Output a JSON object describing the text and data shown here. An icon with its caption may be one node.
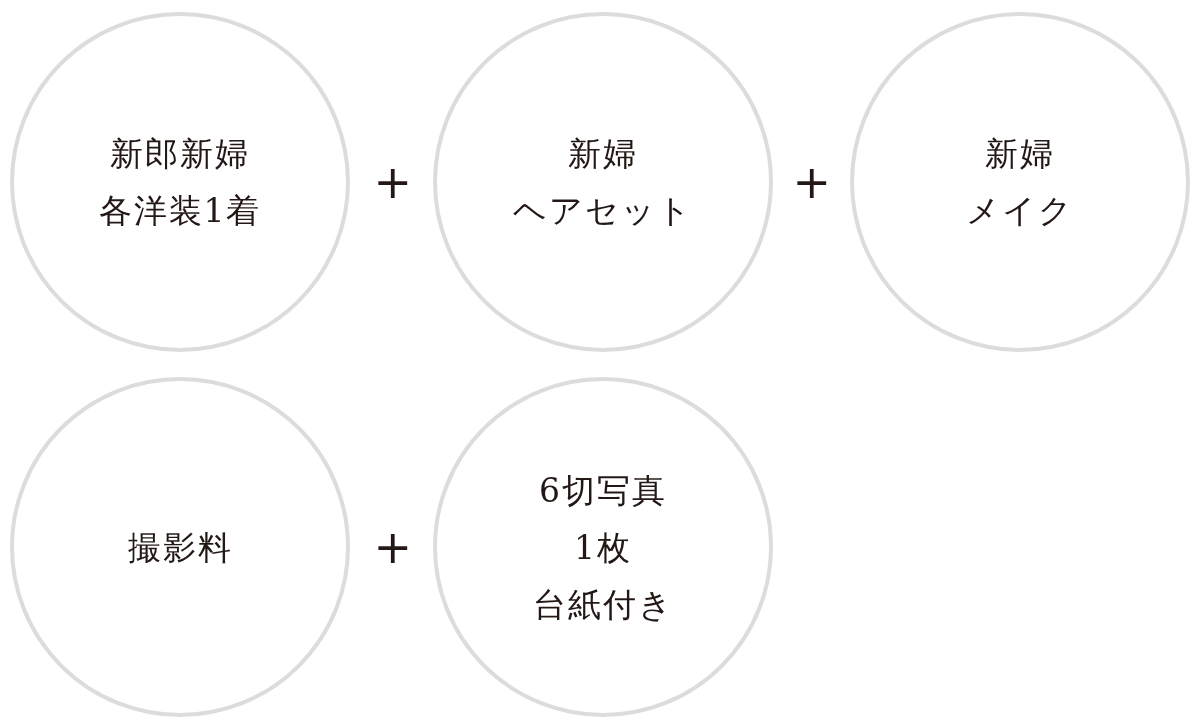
{
  "diagram": {
    "nodes": [
      {
        "text": [
          "新郎新婦",
          "各洋装1着"
        ]
      },
      {
        "text": [
          "新婦",
          "ヘアセット"
        ]
      },
      {
        "text": [
          "新婦",
          "メイク"
        ]
      },
      {
        "text": [
          "撮影料"
        ]
      },
      {
        "text": [
          "6切写真",
          "1枚",
          "台紙付き"
        ]
      }
    ],
    "labels": [
      "+",
      "+",
      "+"
    ]
  }
}
